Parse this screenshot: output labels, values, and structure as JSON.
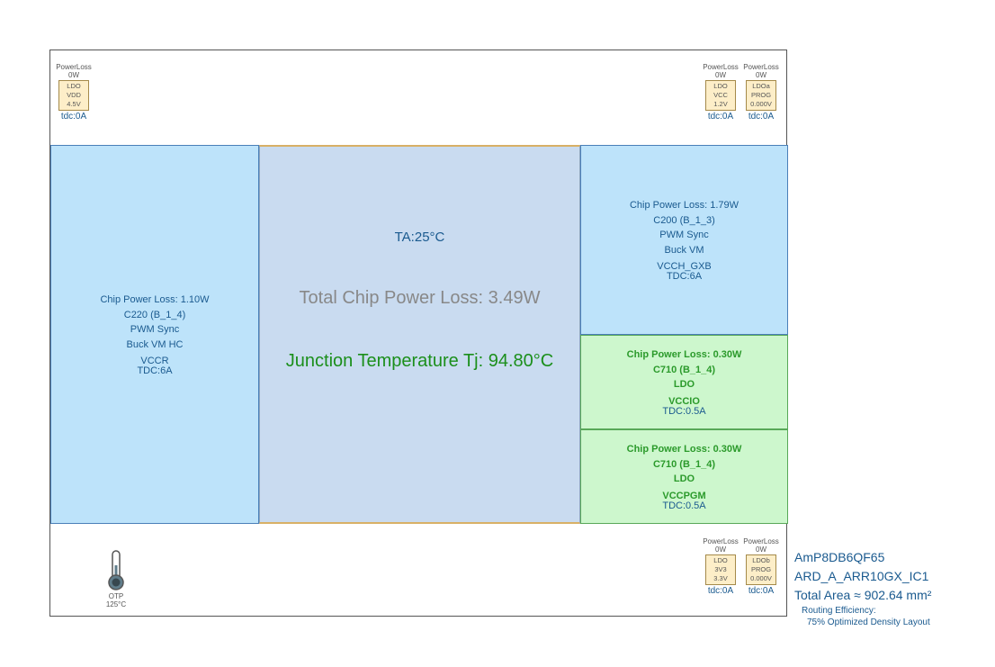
{
  "ambient": {
    "ta": "TA:25°C"
  },
  "summary": {
    "total_loss": "Total Chip Power Loss: 3.49W",
    "tj": "Junction Temperature Tj: 94.80°C"
  },
  "regulators": {
    "vccr": {
      "loss": "Chip Power Loss: 1.10W",
      "part": "C220 (B_1_4)",
      "mode": "PWM Sync",
      "topology": "Buck VM HC",
      "rail": "VCCR",
      "tdc": "TDC:6A"
    },
    "vcch_gxb": {
      "loss": "Chip Power Loss: 1.79W",
      "part": "C200 (B_1_3)",
      "mode": "PWM Sync",
      "topology": "Buck VM",
      "rail": "VCCH_GXB",
      "tdc": "TDC:6A"
    },
    "vccio": {
      "loss": "Chip Power Loss: 0.30W",
      "part": "C710 (B_1_4)",
      "topology": "LDO",
      "rail": "VCCIO",
      "tdc": "TDC:0.5A"
    },
    "vccpgm": {
      "loss": "Chip Power Loss: 0.30W",
      "part": "C710 (B_1_4)",
      "topology": "LDO",
      "rail": "VCCPGM",
      "tdc": "TDC:0.5A"
    }
  },
  "ldos": {
    "vdd": {
      "pl_label": "PowerLoss",
      "pl_value": "0W",
      "type": "LDO",
      "rail": "VDD",
      "voltage": "4.5V",
      "tdc": "tdc:0A"
    },
    "vcc": {
      "pl_label": "PowerLoss",
      "pl_value": "0W",
      "type": "LDO",
      "rail": "VCC",
      "voltage": "1.2V",
      "tdc": "tdc:0A"
    },
    "prog_a": {
      "pl_label": "PowerLoss",
      "pl_value": "0W",
      "type": "LDOa",
      "rail": "PROG",
      "voltage": "0.000V",
      "tdc": "tdc:0A"
    },
    "v3v3": {
      "pl_label": "PowerLoss",
      "pl_value": "0W",
      "type": "LDO",
      "rail": "3V3",
      "voltage": "3.3V",
      "tdc": "tdc:0A"
    },
    "prog_b": {
      "pl_label": "PowerLoss",
      "pl_value": "0W",
      "type": "LDOb",
      "rail": "PROG",
      "voltage": "0.000V",
      "tdc": "tdc:0A"
    }
  },
  "otp": {
    "label": "OTP",
    "temp": "125°C"
  },
  "info": {
    "part_number": "AmP8DB6QF65",
    "design": "ARD_A_ARR10GX_IC1",
    "area": "Total Area ≈ 902.64 mm²",
    "routing_label": "Routing Efficiency:",
    "routing_value": "75% Optimized Density Layout"
  },
  "colors": {
    "buck_fill": "#bde3fa",
    "ldo_region_fill": "#cdf7cd",
    "center_fill": "#c9dbf0",
    "ldo_box_fill": "#fdeec8",
    "text_blue": "#1a5a8f",
    "text_green": "#1b8f1b"
  },
  "icons": {
    "otp": "thermometer-icon"
  }
}
